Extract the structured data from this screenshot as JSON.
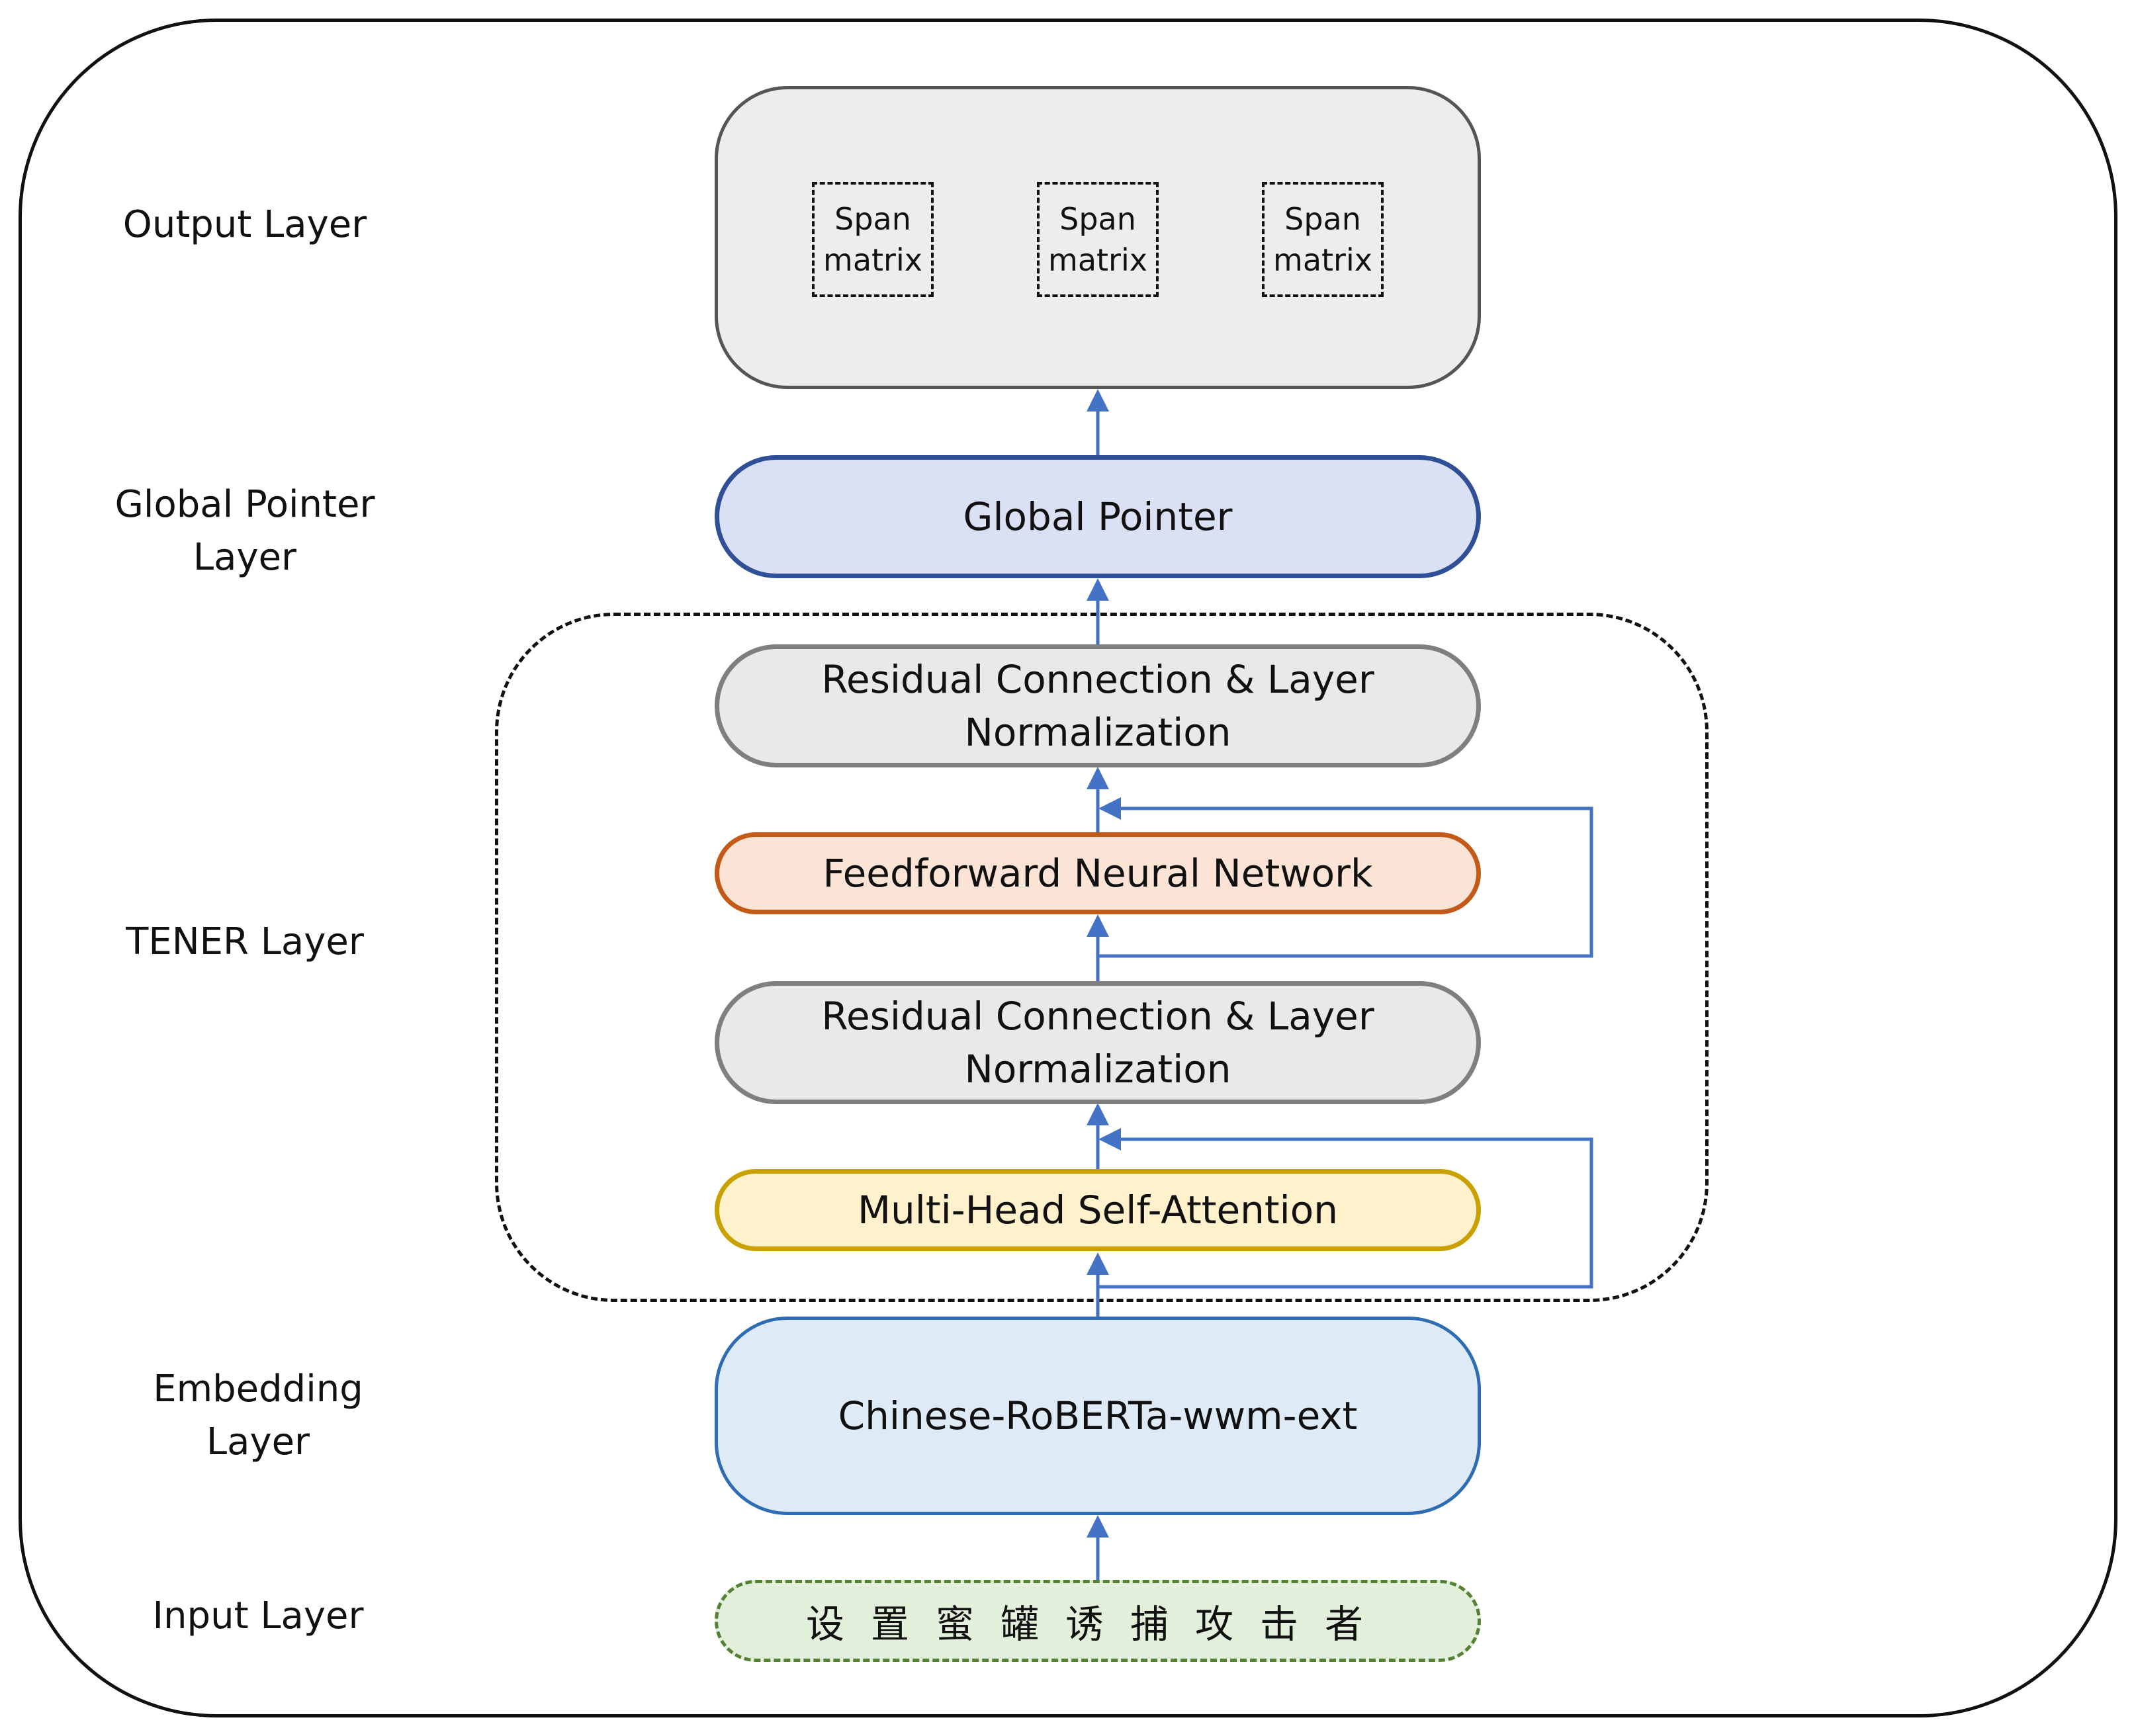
{
  "layers": {
    "output": "Output Layer",
    "global_pointer_line1": "Global Pointer",
    "global_pointer_line2": "Layer",
    "tener": "TENER Layer",
    "embedding_line1": "Embedding",
    "embedding_line2": "Layer",
    "input": "Input Layer"
  },
  "output_box": {
    "span_matrices": [
      {
        "line1": "Span",
        "line2": "matrix"
      },
      {
        "line1": "Span",
        "line2": "matrix"
      },
      {
        "line1": "Span",
        "line2": "matrix"
      }
    ]
  },
  "global_pointer": {
    "label": "Global Pointer"
  },
  "tener_blocks": {
    "rcln_top": {
      "line1": "Residual Connection & Layer",
      "line2": "Normalization"
    },
    "ffn": {
      "label": "Feedforward Neural Network"
    },
    "rcln_bottom": {
      "line1": "Residual Connection & Layer",
      "line2": "Normalization"
    },
    "mhsa": {
      "label": "Multi-Head Self-Attention"
    }
  },
  "embedding": {
    "label": "Chinese-RoBERTa-wwm-ext"
  },
  "input": {
    "text": "设置蜜罐诱捕攻击者"
  },
  "colors": {
    "arrow": "#4472c4",
    "global_pointer_border": "#2f4f96",
    "ffn_border": "#c45a17",
    "mhsa_border": "#c9a100",
    "embedding_border": "#2e6db4",
    "input_border": "#548235"
  }
}
